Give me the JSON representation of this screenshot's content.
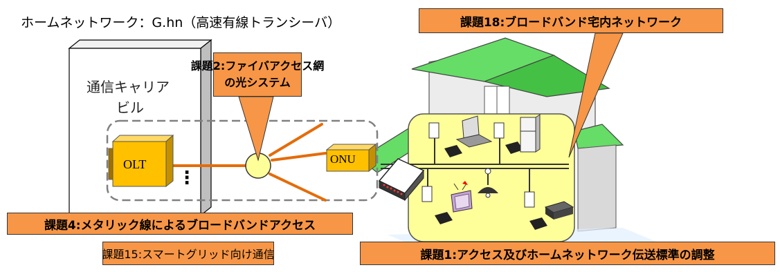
{
  "title": "ホームネットワーク：G.hn（高速有線トランシーバ）",
  "building_label_line1": "通信キャリア",
  "building_label_line2": "ビル",
  "olt_label": "OLT",
  "onu_label": "ONU",
  "ellipsis": "⋮",
  "callouts": {
    "topic18": "課題18:ブロードバンド宅内ネットワーク",
    "topic2_line1": "課題2:ファイバアクセス網",
    "topic2_line2": "の光システム",
    "topic4": "課題4:メタリック線によるブロードバンドアクセス",
    "topic15": "課題15:スマートグリッド向け通信",
    "topic1": "課題1:アクセス及びホームネットワーク伝送標準の調整"
  },
  "colors": {
    "callout_fill": "#f79646",
    "fiber": "#e46c0a",
    "equipment": "#ffc000",
    "house_roof": "#66dd66",
    "home_panel": "#ffff99"
  }
}
